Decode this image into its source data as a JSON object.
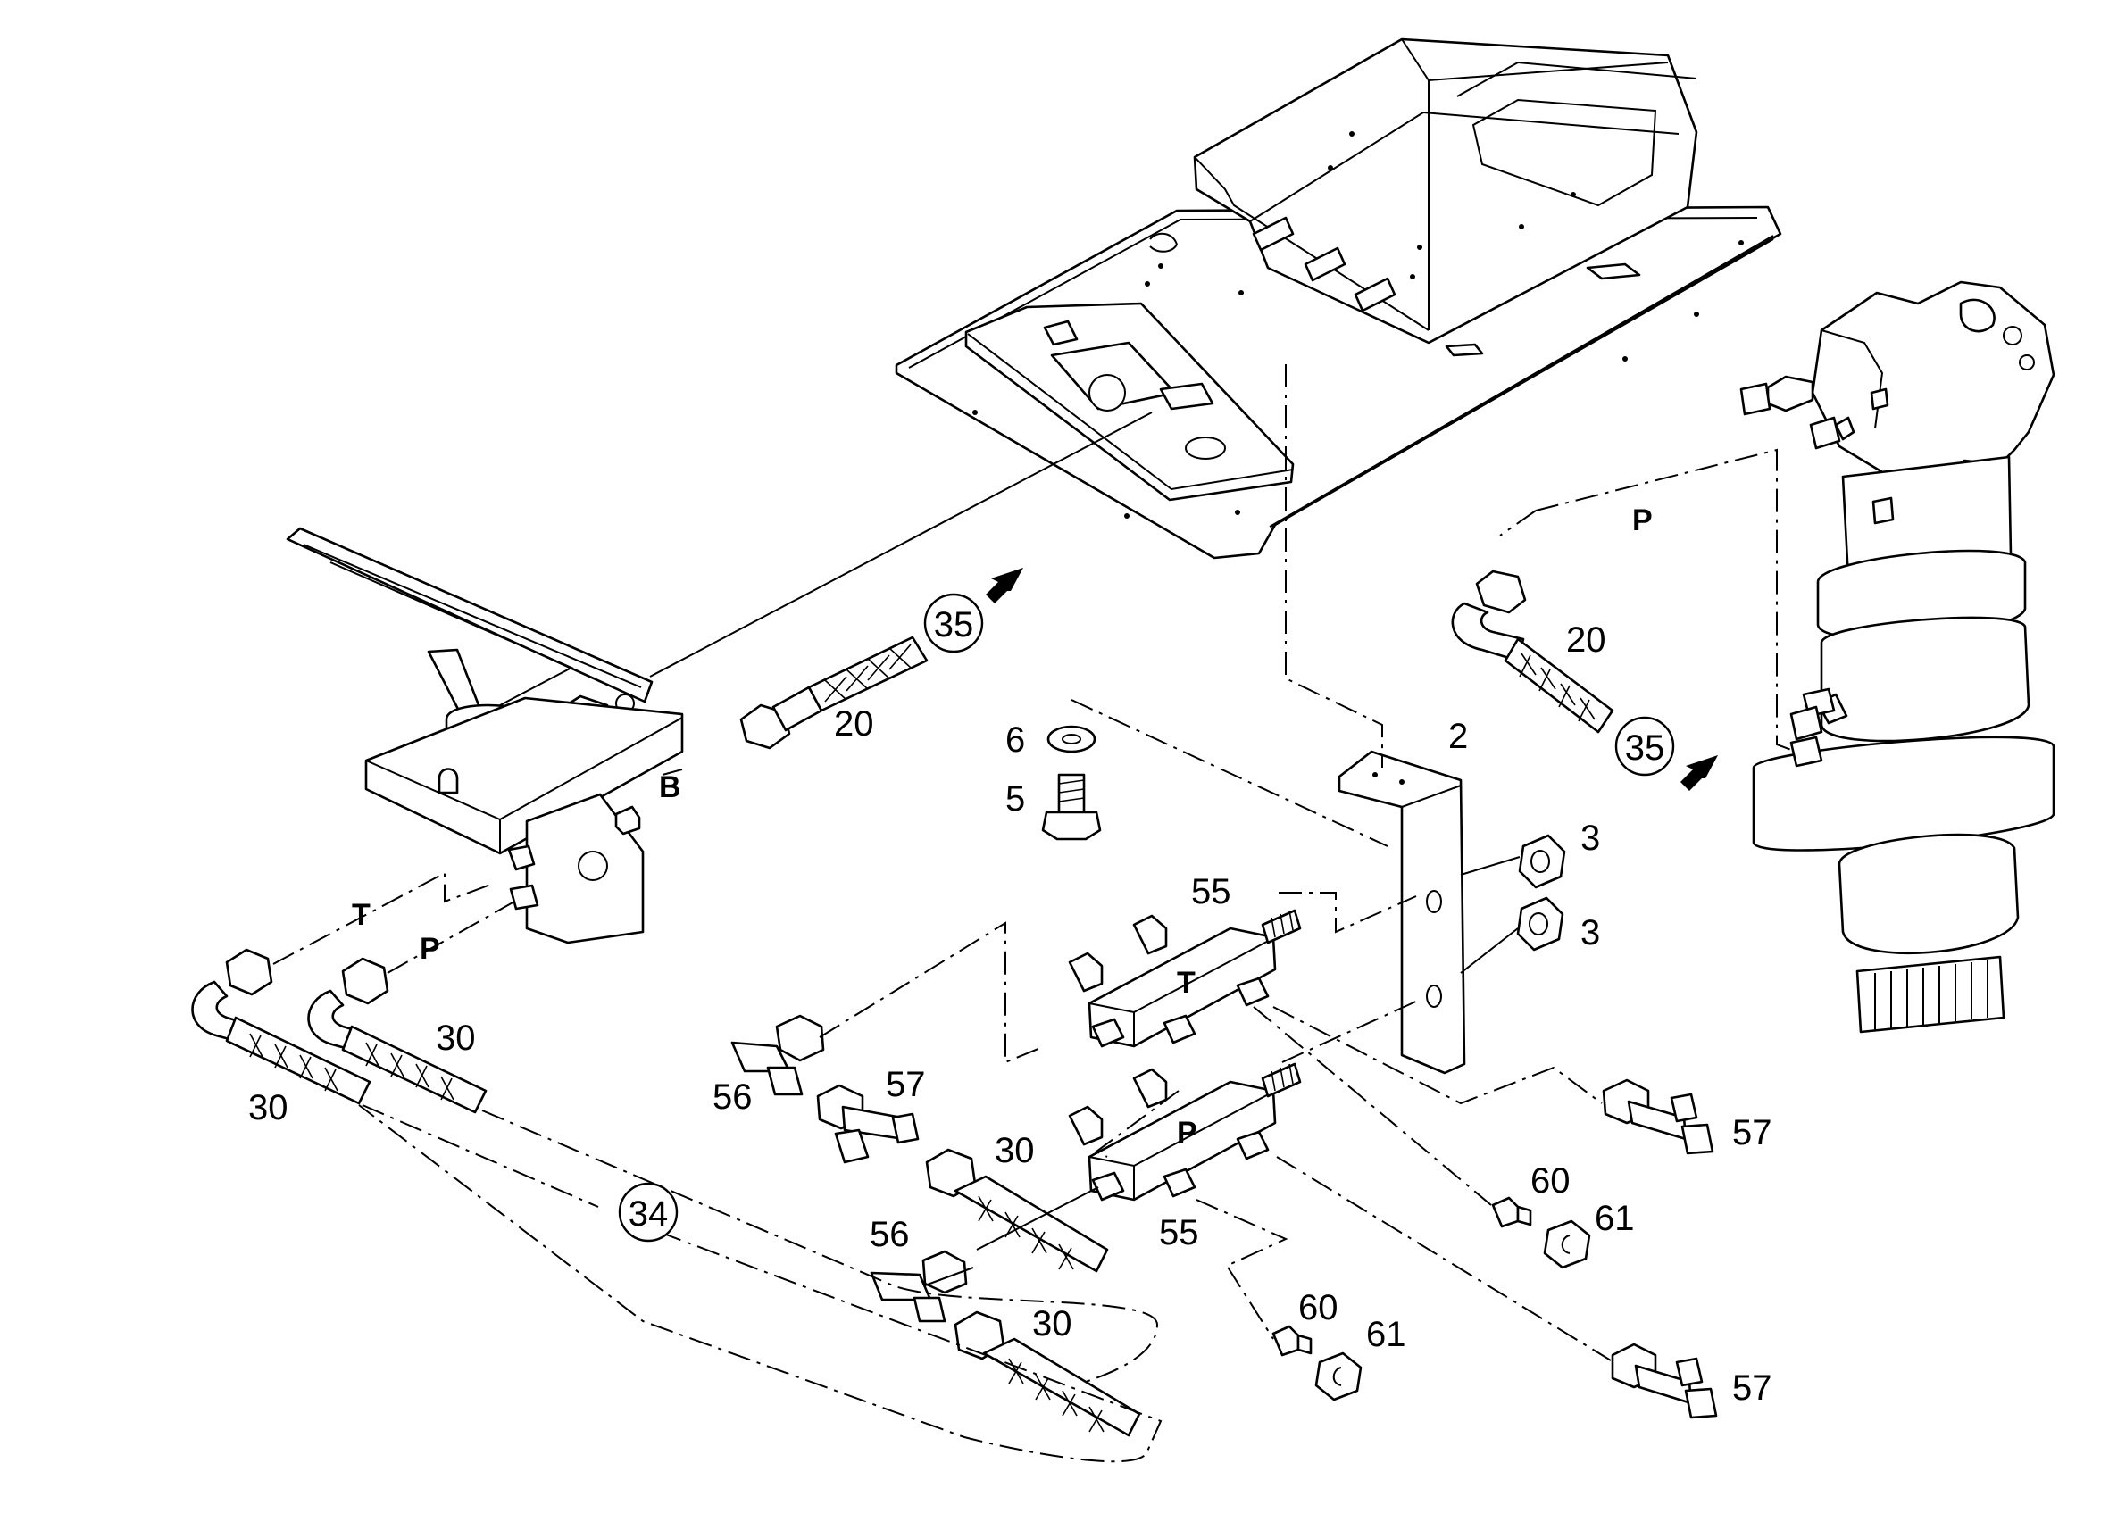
{
  "callouts": {
    "c2": "2",
    "c3a": "3",
    "c3b": "3",
    "c5": "5",
    "c6": "6",
    "c20a": "20",
    "c20b": "20",
    "c30a": "30",
    "c30b": "30",
    "c30c": "30",
    "c30d": "30",
    "c55a": "55",
    "c55b": "55",
    "c56a": "56",
    "c56b": "56",
    "c57a": "57",
    "c57b": "57",
    "c57c": "57",
    "c60a": "60",
    "c60b": "60",
    "c61a": "61",
    "c61b": "61"
  },
  "circled_refs": {
    "r35a": "35",
    "r35b": "35",
    "r34": "34"
  },
  "port_letters": {
    "pedal_B": "B",
    "pedal_T": "T",
    "pedal_P": "P",
    "motor_P": "P",
    "manifold_T": "T",
    "manifold_P": "P"
  }
}
